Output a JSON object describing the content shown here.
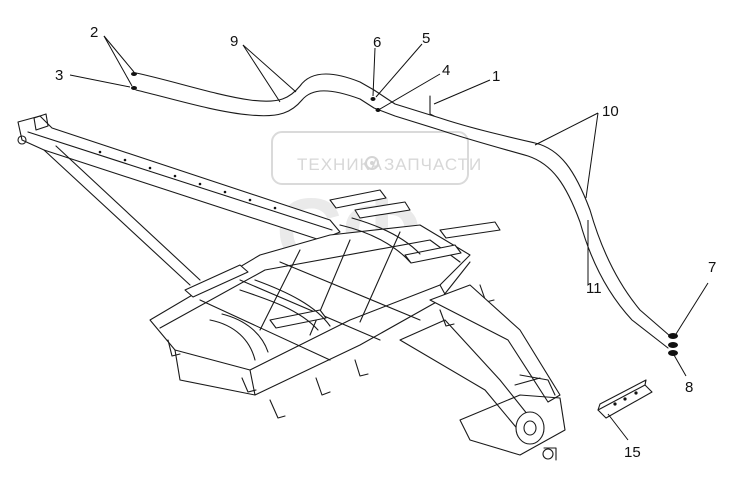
{
  "watermark": {
    "text_left": "ТЕХНИКА",
    "text_right": "ЗАПЧАСТИ",
    "logo": "СФ"
  },
  "callouts": [
    {
      "id": "c1",
      "label": "1"
    },
    {
      "id": "c2",
      "label": "2"
    },
    {
      "id": "c3",
      "label": "3"
    },
    {
      "id": "c4",
      "label": "4"
    },
    {
      "id": "c5",
      "label": "5"
    },
    {
      "id": "c6",
      "label": "6"
    },
    {
      "id": "c7",
      "label": "7"
    },
    {
      "id": "c8",
      "label": "8"
    },
    {
      "id": "c9",
      "label": "9"
    },
    {
      "id": "c10",
      "label": "10"
    },
    {
      "id": "c11",
      "label": "11"
    },
    {
      "id": "c15",
      "label": "15"
    }
  ],
  "colors": {
    "line": "#1a1a1a",
    "watermark": "#d3d3d3",
    "background": "#ffffff"
  }
}
